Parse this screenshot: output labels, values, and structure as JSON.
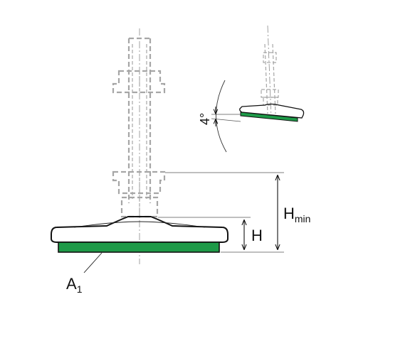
{
  "labels": {
    "h_min_main": "H",
    "h_min_sub": "min",
    "h": "H",
    "a1_main": "A",
    "a1_sub": "1",
    "angle": "4°"
  },
  "colors": {
    "pad": "#1e9a48",
    "line": "#111111",
    "hidden": "#a6a6a6"
  }
}
